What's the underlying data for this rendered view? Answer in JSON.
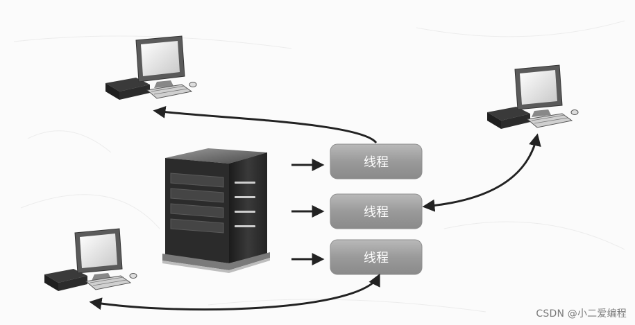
{
  "threads": [
    {
      "label": "线程"
    },
    {
      "label": "线程"
    },
    {
      "label": "线程"
    }
  ],
  "watermark": "CSDN @小二爱编程"
}
